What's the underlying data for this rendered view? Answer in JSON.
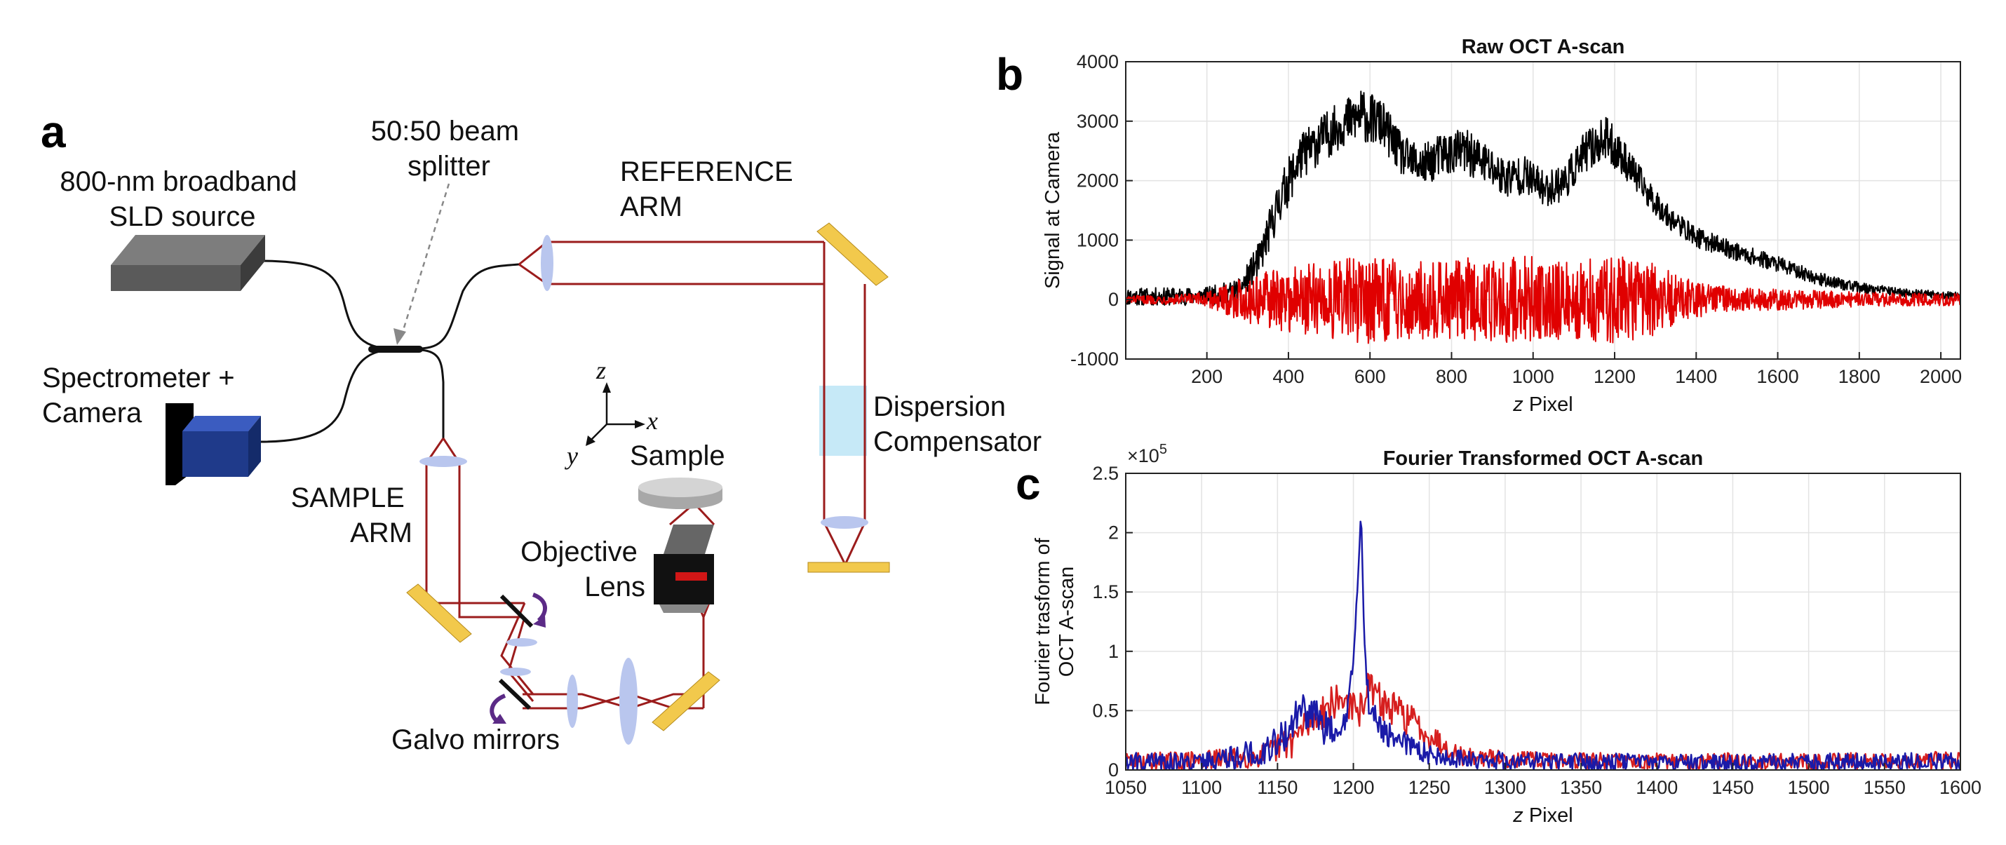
{
  "panels": {
    "a": "a",
    "b": "b",
    "c": "c"
  },
  "diagram": {
    "source_label": [
      "800-nm broadband",
      "SLD source"
    ],
    "splitter_label": [
      "50:50 beam",
      "splitter"
    ],
    "reference_label": [
      "REFERENCE",
      "ARM"
    ],
    "spectrometer_label": [
      "Spectrometer +",
      "Camera"
    ],
    "sample_arm_label": [
      "SAMPLE",
      "ARM"
    ],
    "sample_label": "Sample",
    "objective_label": [
      "Objective",
      "Lens"
    ],
    "galvo_label": "Galvo mirrors",
    "dispersion_label": [
      "Dispersion",
      "Compensator"
    ],
    "axes_labels": {
      "z": "z",
      "x": "x",
      "y": "y"
    },
    "colors": {
      "beam": "#9b1c1c",
      "lens": "#b9c6ee",
      "mirror": "#f2c94c",
      "source_box": "#5a5a5a",
      "camera_box": "#1f3a8a",
      "compensator": "#c6e9f7",
      "rotation_arrow": "#5b2a86"
    }
  },
  "chart_data": [
    {
      "type": "line",
      "title": "Raw OCT A-scan",
      "xlabel_prefix": "z",
      "xlabel_suffix": " Pixel",
      "ylabel": "Signal at Camera",
      "xlim": [
        1,
        2048
      ],
      "ylim": [
        -1000,
        4000
      ],
      "xticks": [
        200,
        400,
        600,
        800,
        1000,
        1200,
        1400,
        1600,
        1800,
        2000
      ],
      "yticks": [
        -1000,
        0,
        1000,
        2000,
        3000,
        4000
      ],
      "grid": true,
      "series": [
        {
          "color": "#000000",
          "envelope_x": [
            1,
            100,
            200,
            280,
            330,
            380,
            430,
            480,
            530,
            580,
            630,
            680,
            730,
            780,
            830,
            880,
            930,
            980,
            1030,
            1080,
            1130,
            1180,
            1230,
            1280,
            1330,
            1400,
            1500,
            1600,
            1700,
            1800,
            1900,
            2000,
            2048
          ],
          "envelope_y": [
            50,
            50,
            60,
            150,
            700,
            1700,
            2400,
            2700,
            2950,
            3100,
            2950,
            2400,
            2250,
            2450,
            2500,
            2300,
            2050,
            2100,
            1850,
            2000,
            2500,
            2700,
            2300,
            1800,
            1400,
            1050,
            800,
            600,
            350,
            200,
            120,
            80,
            60
          ],
          "noise_amplitude": [
            150,
            150,
            150,
            200,
            300,
            400,
            400,
            400,
            400,
            450,
            400,
            350,
            350,
            380,
            380,
            380,
            350,
            320,
            300,
            320,
            350,
            380,
            300,
            250,
            200,
            170,
            150,
            130,
            110,
            90,
            70,
            60,
            60
          ]
        },
        {
          "color": "#e00000",
          "envelope_x": [
            1,
            100,
            200,
            300,
            400,
            500,
            600,
            700,
            800,
            900,
            1000,
            1100,
            1200,
            1300,
            1400,
            1500,
            1600,
            1700,
            1800,
            1900,
            2048
          ],
          "envelope_y": [
            0,
            0,
            0,
            0,
            0,
            0,
            0,
            0,
            0,
            0,
            0,
            0,
            0,
            0,
            0,
            0,
            0,
            0,
            0,
            0,
            0
          ],
          "noise_amplitude": [
            60,
            80,
            120,
            400,
            550,
            650,
            750,
            650,
            700,
            700,
            750,
            650,
            750,
            600,
            300,
            200,
            180,
            150,
            130,
            110,
            100
          ]
        }
      ]
    },
    {
      "type": "line",
      "title": "Fourier Transformed OCT A-scan",
      "xlabel_prefix": "z",
      "xlabel_suffix": " Pixel",
      "ylabel": [
        "Fourier trasform of",
        "OCT A-scan"
      ],
      "exponent": "×10",
      "exponent_power": "5",
      "xlim": [
        1050,
        1600
      ],
      "ylim": [
        0,
        2.5
      ],
      "xticks": [
        1050,
        1100,
        1150,
        1200,
        1250,
        1300,
        1350,
        1400,
        1450,
        1500,
        1550,
        1600
      ],
      "ytick_values": [
        0,
        0.5,
        1,
        1.5,
        2,
        2.5
      ],
      "ytick_labels": [
        "0",
        "0.5",
        "1",
        "1.5",
        "2",
        "2.5"
      ],
      "grid": true,
      "series": [
        {
          "color": "#d61f1f",
          "envelope_x": [
            1050,
            1100,
            1140,
            1160,
            1175,
            1185,
            1195,
            1203,
            1210,
            1220,
            1235,
            1250,
            1270,
            1300,
            1350,
            1400,
            1450,
            1500,
            1550,
            1600
          ],
          "envelope_y": [
            0.07,
            0.08,
            0.12,
            0.25,
            0.45,
            0.55,
            0.6,
            0.45,
            0.72,
            0.55,
            0.45,
            0.3,
            0.12,
            0.09,
            0.08,
            0.07,
            0.08,
            0.07,
            0.08,
            0.08
          ],
          "noise_amplitude": [
            0.08,
            0.08,
            0.1,
            0.15,
            0.15,
            0.15,
            0.15,
            0.15,
            0.12,
            0.15,
            0.15,
            0.12,
            0.08,
            0.07,
            0.07,
            0.07,
            0.07,
            0.07,
            0.07,
            0.08
          ]
        },
        {
          "color": "#1a1aa8",
          "envelope_x": [
            1050,
            1100,
            1140,
            1155,
            1165,
            1175,
            1185,
            1195,
            1200,
            1203,
            1205,
            1207,
            1210,
            1220,
            1240,
            1260,
            1300,
            1350,
            1400,
            1450,
            1500,
            1550,
            1600
          ],
          "envelope_y": [
            0.07,
            0.07,
            0.15,
            0.3,
            0.5,
            0.45,
            0.3,
            0.35,
            0.95,
            1.6,
            2.2,
            1.2,
            0.55,
            0.3,
            0.18,
            0.1,
            0.08,
            0.07,
            0.07,
            0.06,
            0.07,
            0.07,
            0.07
          ],
          "noise_amplitude": [
            0.08,
            0.08,
            0.12,
            0.15,
            0.15,
            0.15,
            0.15,
            0.12,
            0.05,
            0.02,
            0.02,
            0.05,
            0.12,
            0.12,
            0.1,
            0.08,
            0.08,
            0.07,
            0.07,
            0.07,
            0.07,
            0.07,
            0.08
          ]
        }
      ]
    }
  ]
}
